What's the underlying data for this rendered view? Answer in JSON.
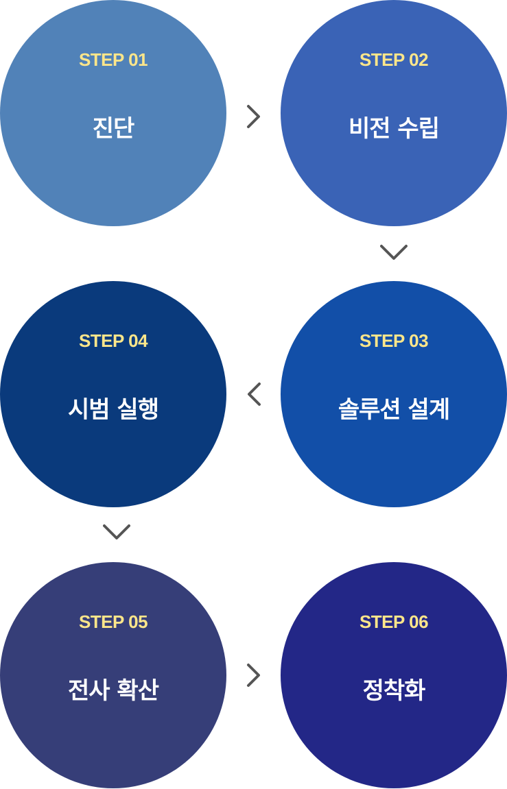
{
  "steps": [
    {
      "label": "STEP 01",
      "title": "진단",
      "color": "#5182b8"
    },
    {
      "label": "STEP 02",
      "title": "비전 수립",
      "color": "#3a63b6"
    },
    {
      "label": "STEP 03",
      "title": "솔루션 설계",
      "color": "#124fa8"
    },
    {
      "label": "STEP 04",
      "title": "시범 실행",
      "color": "#0a3a7c"
    },
    {
      "label": "STEP 05",
      "title": "전사 확산",
      "color": "#363e78"
    },
    {
      "label": "STEP 06",
      "title": "정착화",
      "color": "#232787"
    }
  ],
  "colors": {
    "step_label": "#fde68a",
    "arrow": "#555555"
  },
  "icons": {
    "arrow_right": "chevron-right-icon",
    "arrow_down": "chevron-down-icon",
    "arrow_left": "chevron-left-icon"
  }
}
